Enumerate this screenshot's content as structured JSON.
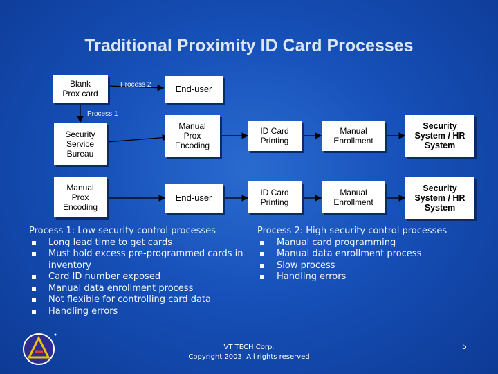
{
  "title": "Traditional Proximity ID Card Processes",
  "boxes": {
    "blank": "Blank\nProx card",
    "end_user_top": "End-user",
    "security_bureau": "Security\nService\nBureau",
    "manual_prox_1": "Manual\nProx\nEncoding",
    "id_card_printing_1": "ID Card\nPrinting",
    "manual_enrollment_1": "Manual\nEnrollment",
    "security_system_1": "Security\nSystem / HR\nSystem",
    "manual_prox_2": "Manual\nProx\nEncoding",
    "end_user_2": "End-user",
    "id_card_printing_2": "ID Card\nPrinting",
    "manual_enrollment_2": "Manual\nEnrollment",
    "security_system_2": "Security\nSystem / HR\nSystem"
  },
  "labels": {
    "process2": "Process 2",
    "process1": "Process 1"
  },
  "process1_text": {
    "heading": "Process 1: Low security control processes",
    "items": [
      "Long lead time to get cards",
      "Must hold excess pre-programmed cards in inventory",
      "Card ID number exposed",
      "Manual data enrollment process",
      "Not flexible for controlling card data",
      "Handling errors"
    ]
  },
  "process2_text": {
    "heading": "Process 2: High security control processes",
    "items": [
      "Manual card programming",
      "Manual data enrollment process",
      "Slow process",
      "Handling errors"
    ]
  },
  "footer": {
    "company": "VT TECH Corp.",
    "copyright": "Copyright 2003. All rights reserved"
  },
  "page_number": "5"
}
